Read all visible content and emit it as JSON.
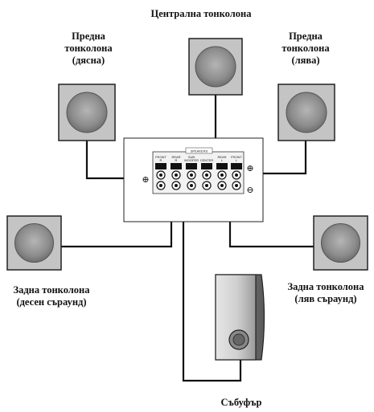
{
  "labels": {
    "center": "Централна тонколона",
    "front_right": [
      "Предна",
      "тонколона",
      "(дясна)"
    ],
    "front_left": [
      "Предна",
      "тонколона",
      "(лява)"
    ],
    "rear_right": [
      "Задна тонколона",
      "(десен съраунд)"
    ],
    "rear_left": [
      "Задна тонколона",
      "(ляв съраунд)"
    ],
    "subwoofer": "Събуфър"
  },
  "panel": {
    "header": "SPEAKERS",
    "terminals": [
      "FRONT R",
      "REAR R",
      "SUB WOOFER",
      "CENTER",
      "REAR L",
      "FRONT L"
    ],
    "plus": "⊕",
    "minus": "⊖"
  }
}
